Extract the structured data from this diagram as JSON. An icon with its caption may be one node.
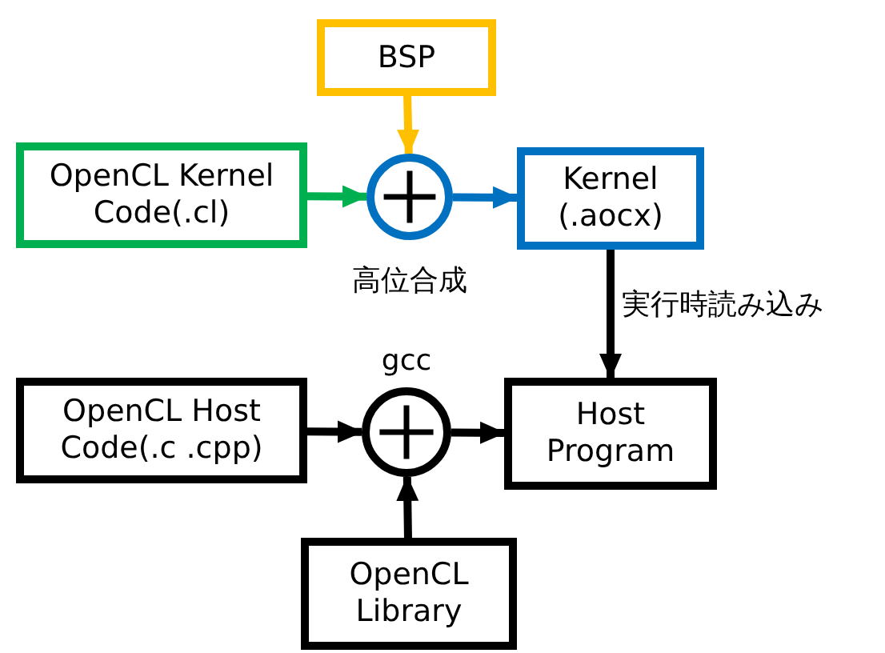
{
  "diagram": {
    "nodes": [
      {
        "text": [
          "BSP"
        ]
      },
      {
        "text": [
          "OpenCL Kernel Code(.cl)"
        ]
      },
      {
        "text": [],
        "shape": "circle",
        "beside": [
          "高位合成"
        ]
      },
      {
        "text": [
          "Kernel (.aocx)"
        ]
      },
      {
        "text": [
          "OpenCL Host Code(.c .cpp)"
        ]
      },
      {
        "text": [],
        "shape": "circle",
        "beside": [
          "gcc"
        ]
      },
      {
        "text": [
          "Host Program"
        ]
      },
      {
        "text": [
          "OpenCL Library"
        ]
      }
    ],
    "edges": [
      {
        "from": 0,
        "to": 2,
        "arrow": "to",
        "color": "#ffc000"
      },
      {
        "from": 1,
        "to": 2,
        "arrow": "to",
        "color": "#00b050"
      },
      {
        "from": 2,
        "to": 3,
        "arrow": "to",
        "color": "#0070c0"
      },
      {
        "from": 3,
        "to": 6,
        "arrow": "to",
        "label": "実行時読み込み"
      },
      {
        "from": 4,
        "to": 5,
        "arrow": "to"
      },
      {
        "from": 5,
        "to": 6,
        "arrow": "to"
      },
      {
        "from": 7,
        "to": 5,
        "arrow": "to"
      }
    ]
  }
}
